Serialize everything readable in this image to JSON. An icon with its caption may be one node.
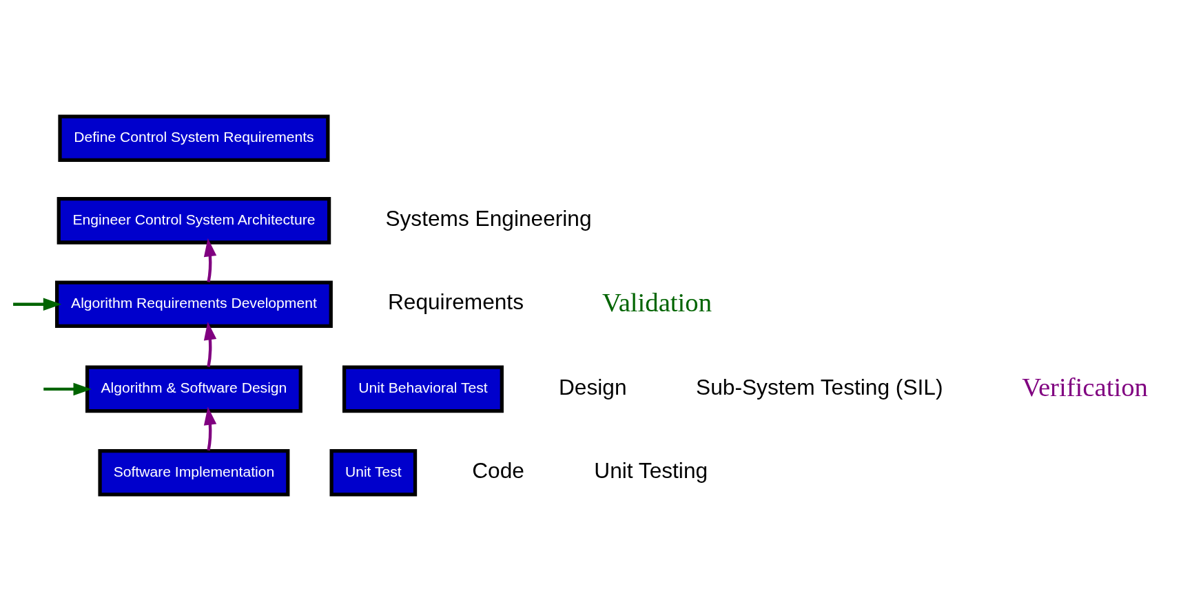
{
  "diagram": {
    "nodes": [
      {
        "text": [
          "Define Control System Requirements"
        ]
      },
      {
        "text": [
          "Engineer Control System Architecture"
        ]
      },
      {
        "text": [
          "Algorithm Requirements Development"
        ]
      },
      {
        "text": [
          "Algorithm & Software Design"
        ]
      },
      {
        "text": [
          "Software Implementation"
        ]
      },
      {
        "text": [
          "Unit Test"
        ]
      },
      {
        "text": [
          "Unit Behavioral Test"
        ]
      }
    ],
    "edges": [
      {
        "from": 2,
        "to": 1,
        "arrow": "to"
      },
      {
        "from": 3,
        "to": 2,
        "arrow": "to"
      },
      {
        "from": 4,
        "to": 3,
        "arrow": "to"
      },
      {
        "from": null,
        "to": 2,
        "arrow": "to",
        "color": "#006400"
      },
      {
        "from": null,
        "to": 3,
        "arrow": "to",
        "color": "#006400"
      }
    ],
    "labels": [
      "Systems Engineering",
      "Requirements",
      "Validation",
      "Design",
      "Sub-System Testing (SIL)",
      "Verification",
      "Code",
      "Unit Testing"
    ]
  }
}
